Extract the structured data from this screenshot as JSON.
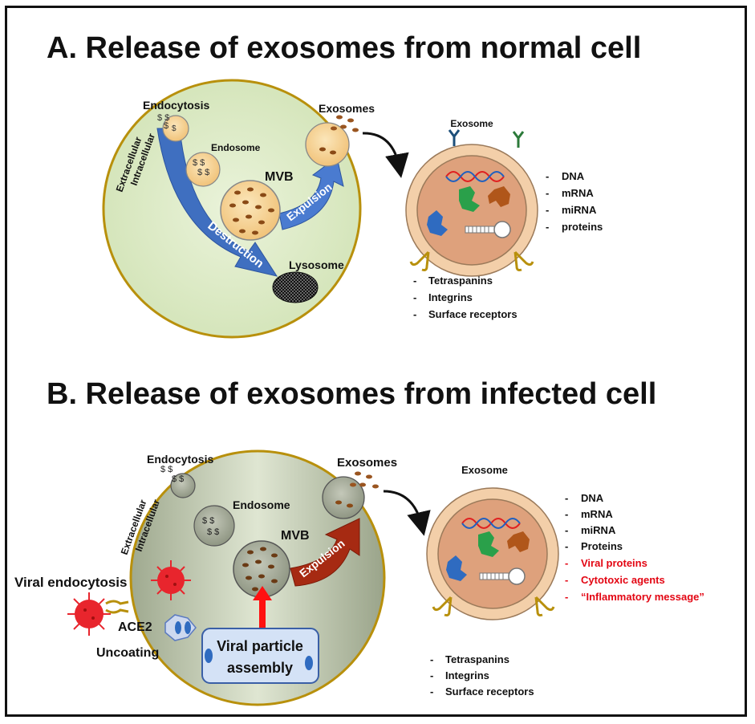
{
  "panel_a": {
    "title": "A. Release of exosomes from normal cell",
    "endocytosis": "Endocytosis",
    "extracellular": "Extracellular",
    "intracellular": "Intracellular",
    "endosome": "Endosome",
    "mvb": "MVB",
    "exosomes": "Exosomes",
    "expulsion": "Expulsion",
    "destruction": "Destruction",
    "lysosome": "Lysosome",
    "exosome_title": "Exosome",
    "cargo": [
      "DNA",
      "mRNA",
      "miRNA",
      "proteins"
    ],
    "surface": [
      "Tetraspanins",
      "Integrins",
      "Surface receptors"
    ]
  },
  "panel_b": {
    "title": "B. Release of exosomes from infected cell",
    "endocytosis": "Endocytosis",
    "extracellular": "Extracellular",
    "intracellular": "Intracellular",
    "endosome": "Endosome",
    "mvb": "MVB",
    "exosomes": "Exosomes",
    "expulsion": "Expulsion",
    "viral_endocytosis": "Viral endocytosis",
    "ace2": "ACE2",
    "uncoating": "Uncoating",
    "assembly_line1": "Viral particle",
    "assembly_line2": "assembly",
    "exosome_title": "Exosome",
    "cargo": [
      "DNA",
      "mRNA",
      "miRNA",
      "Proteins"
    ],
    "cargo_extra": [
      "Viral proteins",
      "Cytotoxic agents",
      "“Inflammatory message”"
    ],
    "surface": [
      "Tetraspanins",
      "Integrins",
      "Surface receptors"
    ]
  },
  "colors": {
    "normal_cell": "#dfeccb",
    "infected_cell": "#b9c3ae",
    "cell_border": "#b8900c",
    "destruction_arrow": "#3f6fc0",
    "expulsion_arrow_a": "#4a7bd0",
    "expulsion_arrow_b": "#a62a12",
    "virus": "#e8252d",
    "assembly_arrow": "#ff1111",
    "exosome_inner": "#dea17c",
    "exosome_shell": "#f3cfa9",
    "highlight_text": "#e30613"
  }
}
